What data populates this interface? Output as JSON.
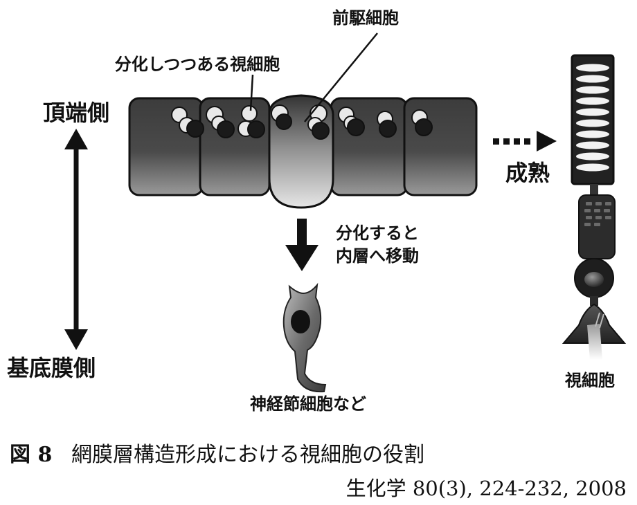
{
  "labels": {
    "progenitor": "前駆細胞",
    "differentiating": "分化しつつある視細胞",
    "apical": "頂端側",
    "basal": "基底膜側",
    "maturation": "成熟",
    "migrate_line1": "分化すると",
    "migrate_line2": "内層へ移動",
    "ganglion": "神経節細胞など",
    "photoreceptor": "視細胞"
  },
  "caption": {
    "figure_no": "図 8",
    "title": "網膜層構造形成における視細胞の役割",
    "source": "生化学 80(3), 224-232, 2008"
  },
  "colors": {
    "ink": "#111111",
    "cell_dark": "#2a2a2a",
    "cell_light": "#e8e8e8"
  }
}
